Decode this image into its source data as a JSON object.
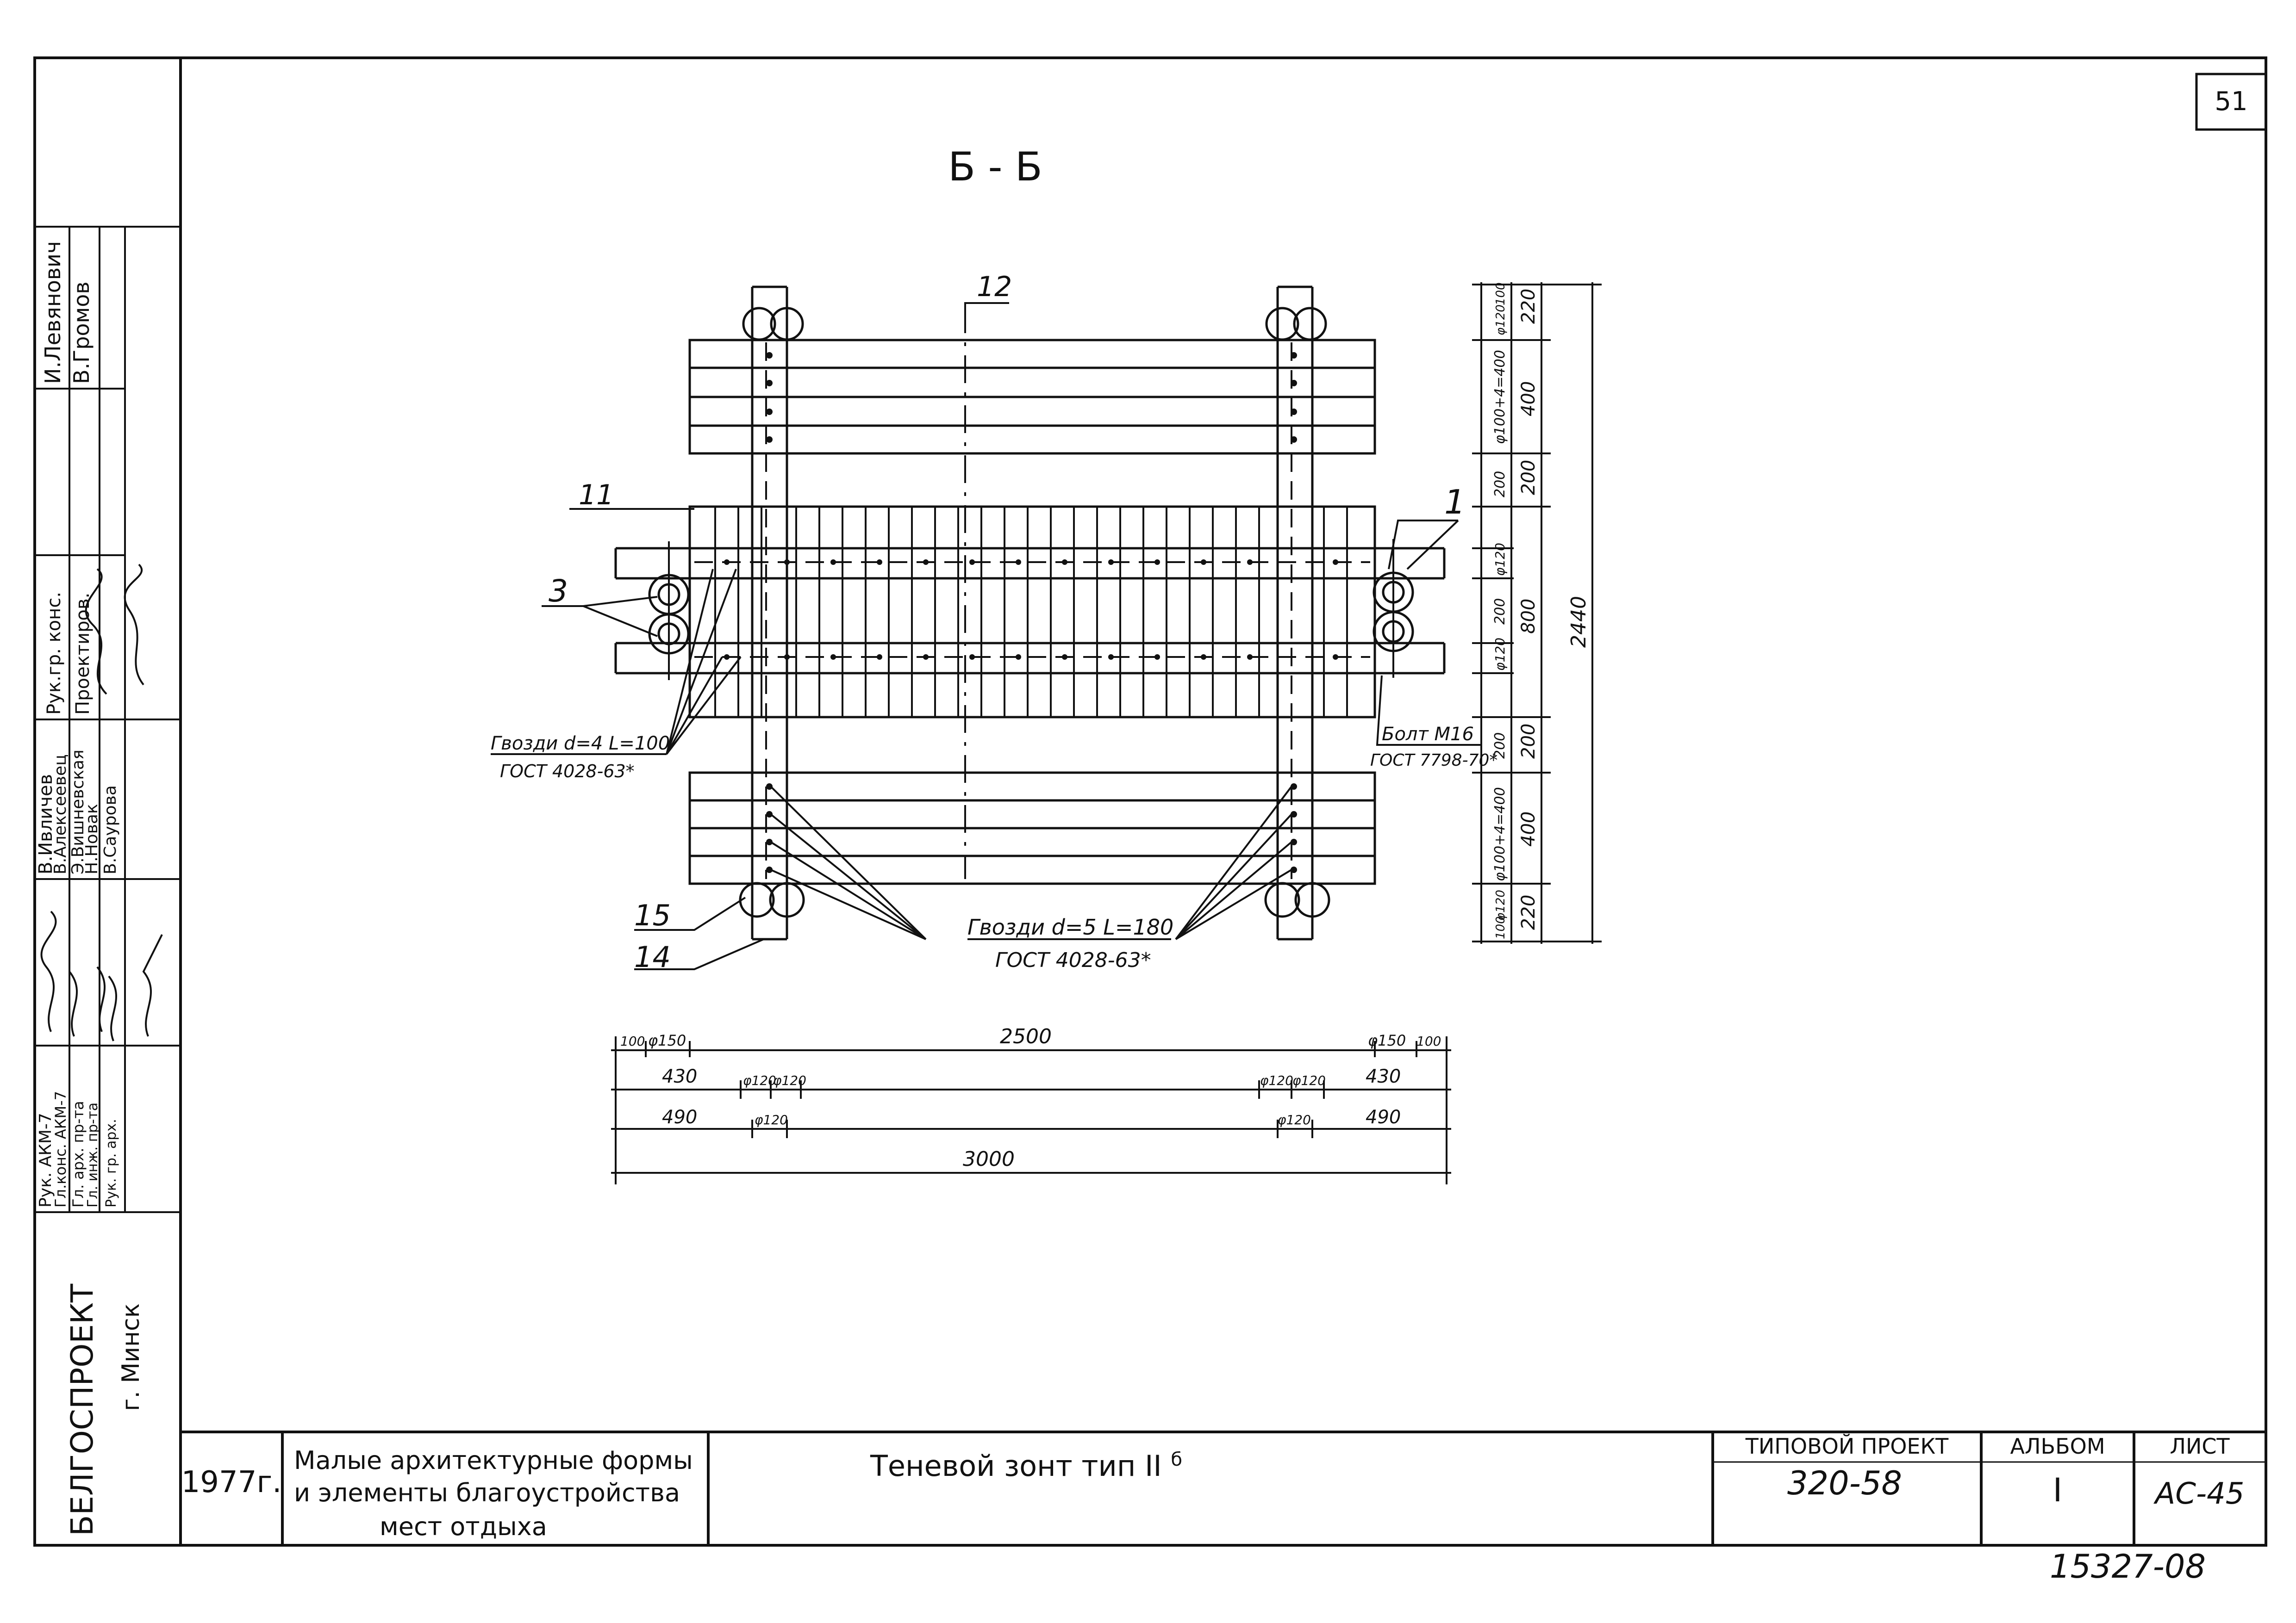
{
  "sheet_number": "51",
  "section_title": "Б - Б",
  "callouts": {
    "c12": "12",
    "c11": "11",
    "c1": "1",
    "c3": "3",
    "c15": "15",
    "c14": "14"
  },
  "notes": {
    "nails_small_1": "Гвозди d=4 L=100",
    "nails_small_2": "ГОСТ 4028-63*",
    "bolt_1": "Болт М16",
    "bolt_2": "ГОСТ 7798-70*",
    "nails_large_1": "Гвозди d=5 L=180",
    "nails_large_2": "ГОСТ 4028-63*"
  },
  "dims_right": {
    "d220_top": "220",
    "d400_top": "400",
    "d200_a": "200",
    "d800": "800",
    "d200_b": "200",
    "d400_bot": "400",
    "d220_bot": "220",
    "d2440": "2440",
    "inner_top_1": "φ100+4=400",
    "inner_top_2": "φ120",
    "inner_top_3": "100",
    "inner_200a": "200",
    "inner_phi120a": "φ120",
    "inner_200": "200",
    "inner_phi120b": "φ120",
    "inner_200b": "200",
    "inner_bot_1": "φ100+4=400",
    "inner_bot_2": "φ120",
    "inner_bot_3": "100"
  },
  "dims_bottom": {
    "r1_100a": "100",
    "r1_phi150a": "φ150",
    "r1_2500": "2500",
    "r1_phi150b": "φ150",
    "r1_100b": "100",
    "r2_430a": "430",
    "r2_phi120a": "φ120",
    "r2_phi120b": "φ120",
    "r2_phi120c": "φ120",
    "r2_phi120d": "φ120",
    "r2_430b": "430",
    "r3_490a": "490",
    "r3_phi120a": "φ120",
    "r3_phi120b": "φ120",
    "r3_490b": "490",
    "r4_3000": "3000"
  },
  "side_stamp": {
    "names_top": [
      "И.Левянович",
      "В.Громов"
    ],
    "roles_top": [
      "Рук.гр. конс.",
      "Проектиров."
    ],
    "names_mid": [
      "В.Ивличев",
      "В.Алексеевец",
      "Э.Вишневская",
      "Н.Новак",
      "В.Саурова"
    ],
    "roles_mid": [
      "Рук. АКМ-7",
      "Гл.конс. АКМ-7",
      "Гл. арх. пр-та",
      "Гл. инж. пр-та",
      "Рук. гр. арх."
    ],
    "org": "БЕЛГОСПРОЕКТ",
    "city": "г. Минск"
  },
  "title_block": {
    "year": "1977г.",
    "project_line1": "Малые архитектурные формы",
    "project_line2": "и элементы благоустройства",
    "project_line3": "мест отдыха",
    "drawing_title": "Теневой зонт тип II",
    "drawing_title_sup": "б",
    "typical_label": "ТИПОВОЙ ПРОЕКТ",
    "typical_value": "320-58",
    "album_label": "АЛЬБОМ",
    "album_value": "I",
    "sheet_label": "ЛИСТ",
    "sheet_value": "АС-45"
  },
  "archive_number": "15327-08",
  "colors": {
    "ink": "#111111",
    "paper": "#ffffff"
  }
}
